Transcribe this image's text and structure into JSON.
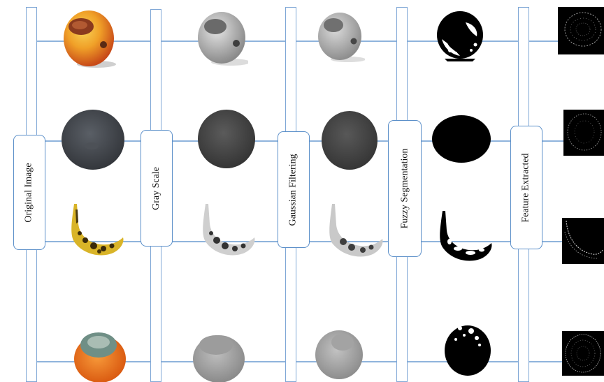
{
  "pipeline": {
    "stages": [
      {
        "label": "Original Image"
      },
      {
        "label": "Gray Scale"
      },
      {
        "label": "Gaussian Filtering"
      },
      {
        "label": "Fuzzy Segmentation"
      },
      {
        "label": "Feature Extracted"
      }
    ]
  },
  "colors": {
    "rail_border": "#7fa7d6",
    "box_border": "#5b8fc9",
    "connector": "#8fb4dc"
  },
  "rows": [
    {
      "fruit": "apple"
    },
    {
      "fruit": "dark-fruit"
    },
    {
      "fruit": "banana"
    },
    {
      "fruit": "orange"
    }
  ]
}
